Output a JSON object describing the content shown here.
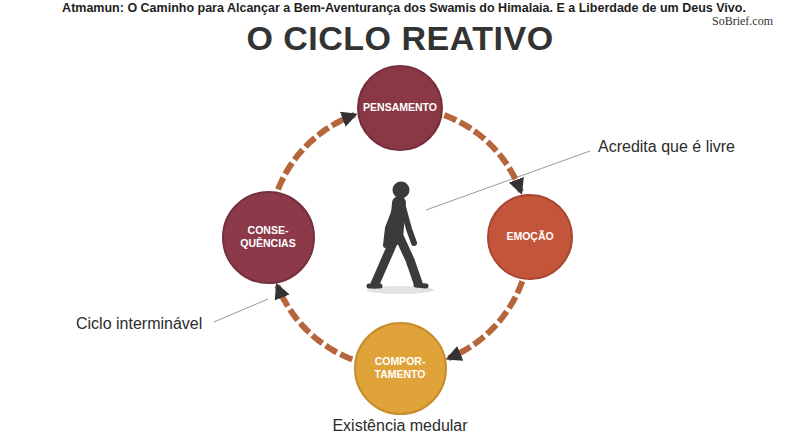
{
  "diagram": {
    "title": "O CICLO REATIVO",
    "nodes": [
      {
        "text": [
          "PENSAMENTO"
        ]
      },
      {
        "text": [
          "CONSE- QUÊNCIAS"
        ]
      },
      {
        "text": [
          "EMOÇÃO"
        ]
      },
      {
        "text": [
          "COMPOR- TAMENTO"
        ]
      }
    ],
    "edges": [
      {
        "from": 0,
        "to": 2,
        "arrow": "to"
      },
      {
        "from": 2,
        "to": 3,
        "arrow": "to"
      },
      {
        "from": 3,
        "to": 1,
        "arrow": "to"
      },
      {
        "from": 1,
        "to": 0,
        "arrow": "to"
      }
    ],
    "labels": [
      "Atmamun: O Caminho para Alcançar a Bem-Aventurança dos Swamis do Himalaia. E a Liberdade de um Deus Vivo.",
      "SoBrief.com",
      "Acredita que é livre",
      "Ciclo interminável",
      "Existência medular"
    ]
  }
}
